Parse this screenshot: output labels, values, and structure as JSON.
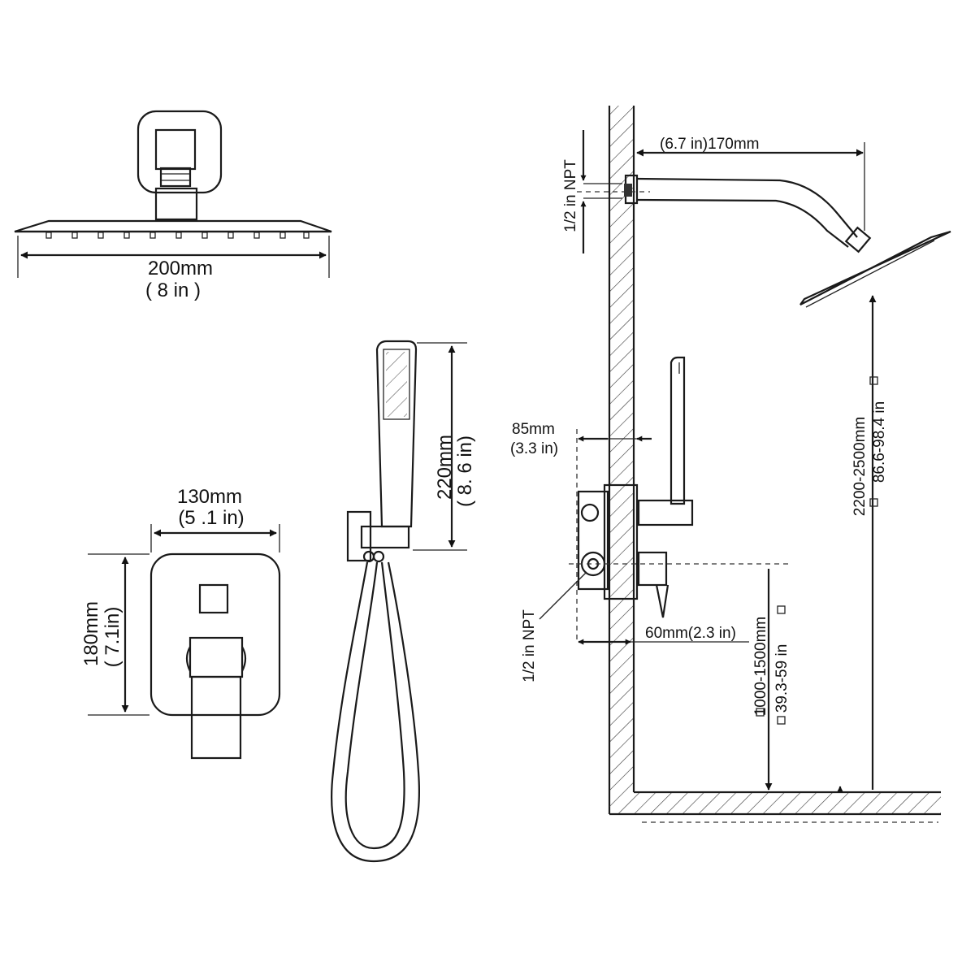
{
  "shower_head": {
    "width_mm": "200mm",
    "width_in": "( 8  in )"
  },
  "hand_shower": {
    "length_mm": "220mm",
    "length_in": "( 8. 6 in)"
  },
  "valve_plate": {
    "width_mm": "130mm",
    "width_in": "(5 .1 in)",
    "height_mm": "180mm",
    "height_in": "( 7.1in)"
  },
  "installation": {
    "arm_reach": "(6.7 in)170mm",
    "arm_npt": "1/2 in NPT",
    "valve_depth_mm": "85mm",
    "valve_depth_in": "(3.3 in)",
    "inlet_npt": "1/2 in NPT",
    "valve_offset": "60mm(2.3 in)",
    "valve_height_mm": "1000-1500mm",
    "valve_height_in": "39.3-59 in",
    "head_height_mm": "2200-2500mm",
    "head_height_in": "86.6-98.4 in"
  }
}
